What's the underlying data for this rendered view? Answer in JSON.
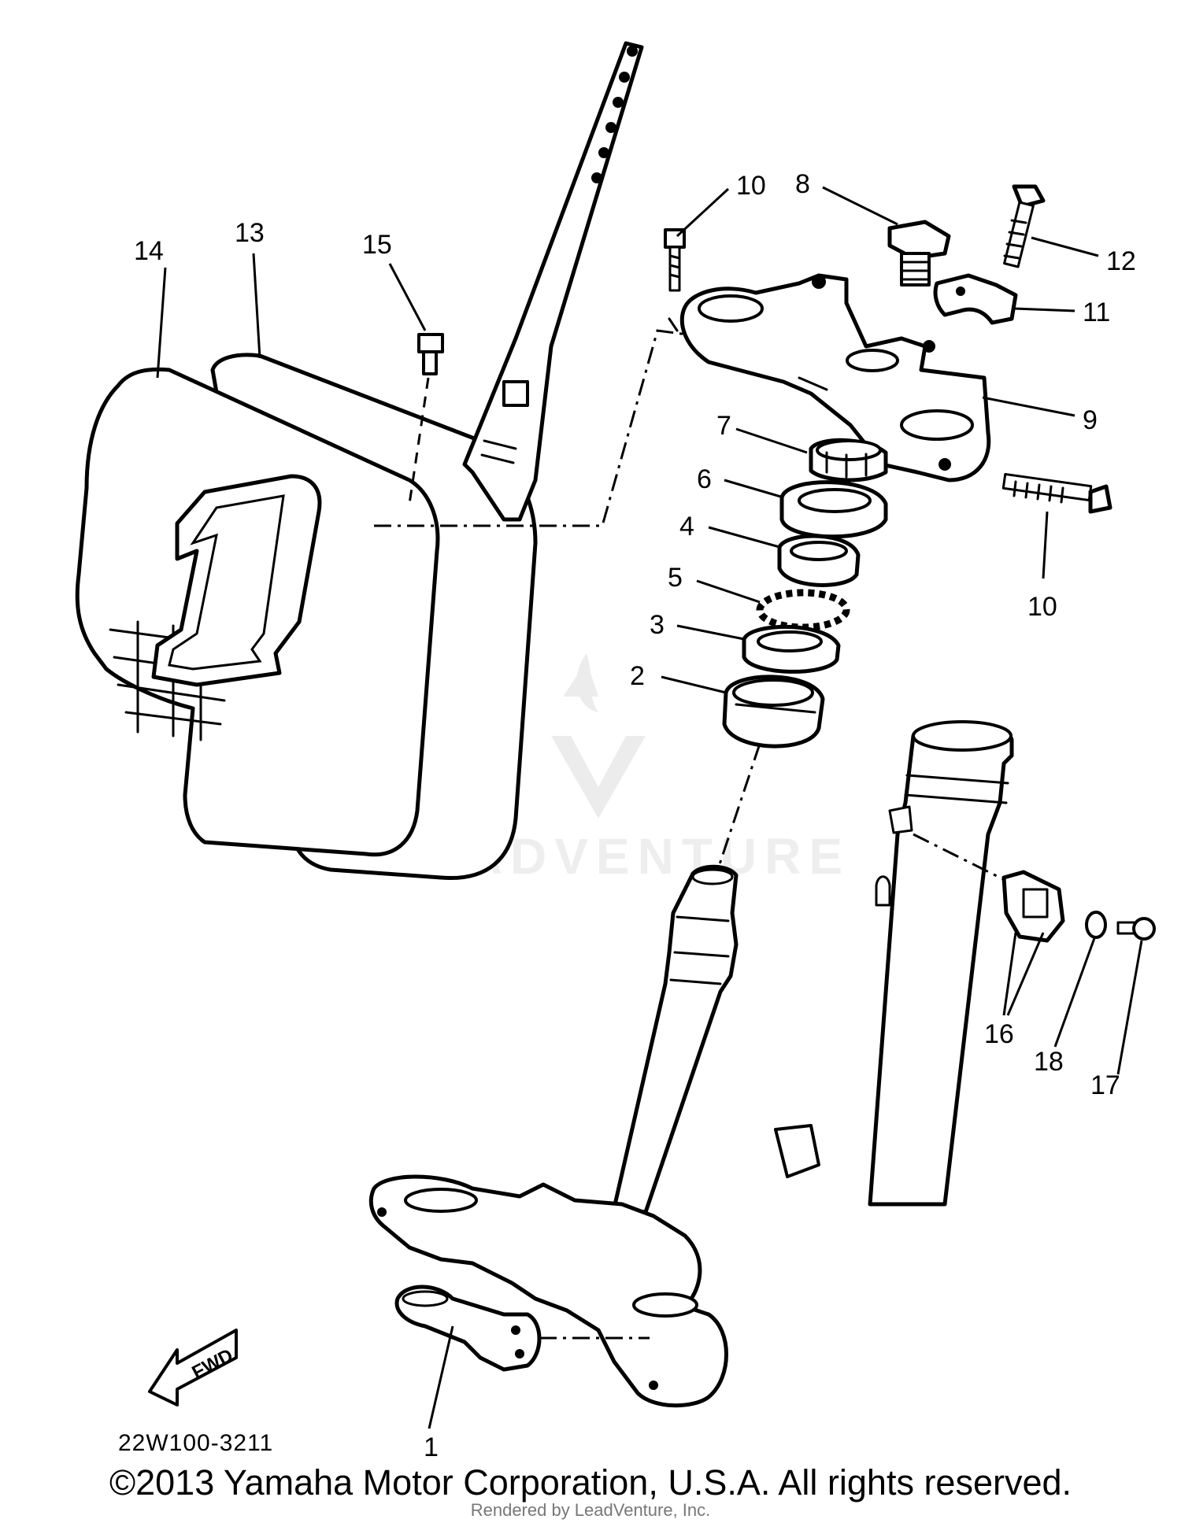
{
  "diagram": {
    "callouts": [
      {
        "id": "1",
        "label": "1"
      },
      {
        "id": "2",
        "label": "2"
      },
      {
        "id": "3",
        "label": "3"
      },
      {
        "id": "4",
        "label": "4"
      },
      {
        "id": "5",
        "label": "5"
      },
      {
        "id": "6",
        "label": "6"
      },
      {
        "id": "7",
        "label": "7"
      },
      {
        "id": "8",
        "label": "8"
      },
      {
        "id": "9",
        "label": "9"
      },
      {
        "id": "10a",
        "label": "10"
      },
      {
        "id": "10b",
        "label": "10"
      },
      {
        "id": "11",
        "label": "11"
      },
      {
        "id": "12",
        "label": "12"
      },
      {
        "id": "13",
        "label": "13"
      },
      {
        "id": "14",
        "label": "14"
      },
      {
        "id": "15",
        "label": "15"
      },
      {
        "id": "16",
        "label": "16"
      },
      {
        "id": "17",
        "label": "17"
      },
      {
        "id": "18",
        "label": "18"
      }
    ],
    "plate_number": "1",
    "fwd_label": "FWD",
    "drawing_code": "22W100-3211"
  },
  "watermark": {
    "text": "LEADVENTURE"
  },
  "footer": {
    "copyright": "©2013 Yamaha Motor Corporation, U.S.A. All rights reserved.",
    "rendered_by": "Rendered by LeadVenture, Inc."
  }
}
